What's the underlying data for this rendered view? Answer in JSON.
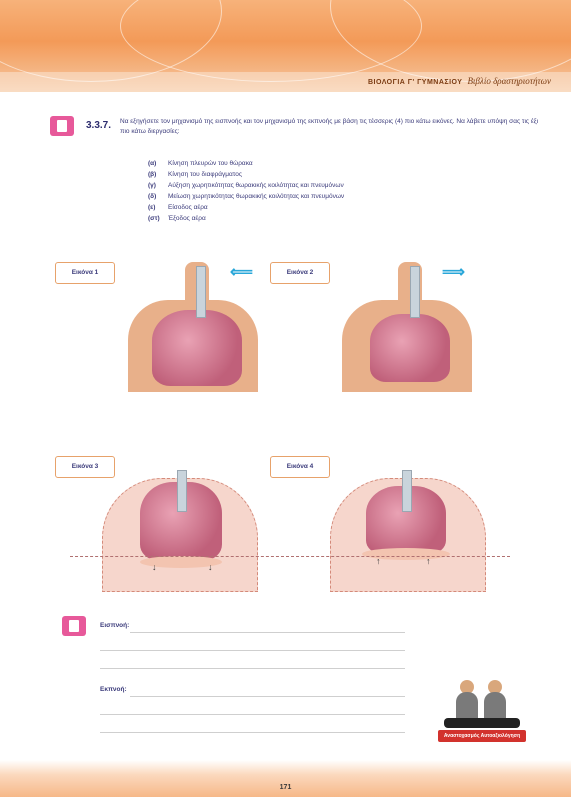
{
  "header": {
    "series": "ΒΙΟΛΟΓΙΑ Γ' ΓΥΜΝΑΣΙΟΥ",
    "book": "Βιβλίο δραστηριοτήτων"
  },
  "question": {
    "number": "3.3.7.",
    "text": "Να εξηγήσετε τον μηχανισμό της εισπνοής και τον μηχανισμό της εκπνοής με βάση τις τέσσερις (4) πιο κάτω εικόνες. Να λάβετε υπόψη σας τις έξι πιο κάτω διεργασίες:",
    "options": [
      {
        "key": "(α)",
        "text": "Κίνηση πλευρών του θώρακα"
      },
      {
        "key": "(β)",
        "text": "Κίνηση του διαφράγματος"
      },
      {
        "key": "(γ)",
        "text": "Αύξηση χωρητικότητας θωρακικής κοιλότητας και πνευμόνων"
      },
      {
        "key": "(δ)",
        "text": "Μείωση χωρητικότητας θωρακικής κοιλότητας και πνευμόνων"
      },
      {
        "key": "(ε)",
        "text": "Είσοδος αέρα"
      },
      {
        "key": "(στ)",
        "text": "Έξοδος αέρα"
      }
    ]
  },
  "figures": {
    "fig1": "Εικόνα 1",
    "fig2": "Εικόνα 2",
    "fig3": "Εικόνα 3",
    "fig4": "Εικόνα 4"
  },
  "answers": {
    "inhale": "Εισπνοή:",
    "exhale": "Εκπνοή:"
  },
  "illustration_caption": "Αναστοχασμός Αυτοαξιολόγηση",
  "page": {
    "number": "171"
  }
}
